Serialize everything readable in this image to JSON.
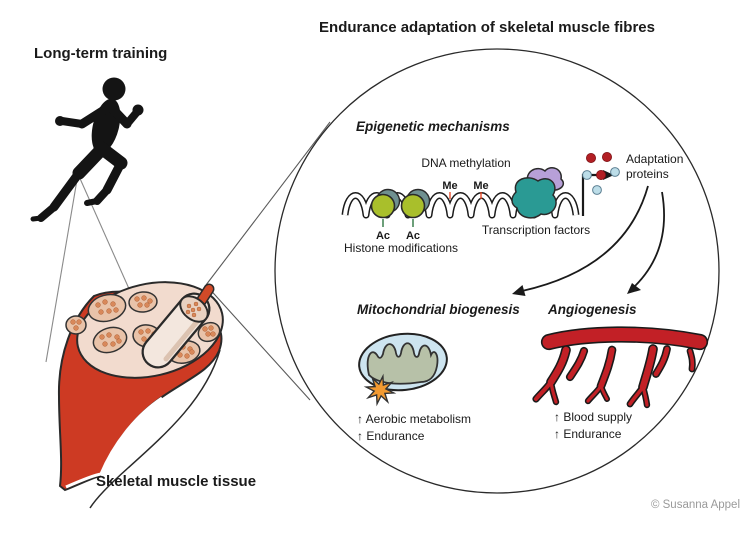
{
  "title": "Endurance adaptation of skeletal muscle fibres",
  "left_panel": {
    "training_label": "Long-term training",
    "muscle_label": "Skeletal muscle tissue"
  },
  "circle": {
    "heading": "Epigenetic mechanisms",
    "dna": {
      "methylation_label": "DNA methylation",
      "me_tag": "Me",
      "ac_tag": "Ac",
      "histone_label": "Histone modifications",
      "tf_label": "Transcription factors"
    },
    "adaptation": {
      "line1": "Adaptation",
      "line2": "proteins"
    },
    "mitochondrial": {
      "heading": "Mitochondrial biogenesis",
      "effects": [
        "↑ Aerobic metabolism",
        "↑ Endurance"
      ]
    },
    "angiogenesis": {
      "heading": "Angiogenesis",
      "effects": [
        "↑ Blood supply",
        "↑ Endurance"
      ]
    }
  },
  "credit": "© Susanna Appel",
  "colors": {
    "me_red": "#e8401c",
    "ac_green": "#1e7a33",
    "histone_green": "#a9bf2b",
    "tf_teal": "#2a9a94",
    "tf_purple": "#b7a0d8",
    "protein_red": "#b21f24",
    "protein_blue": "#bcdde8",
    "mito_membrane": "#cde4ef",
    "mito_cristae": "#b7c1a8",
    "burst_orange": "#f29a31",
    "vessel_red": "#c22026",
    "muscle_red": "#cd3a23"
  }
}
